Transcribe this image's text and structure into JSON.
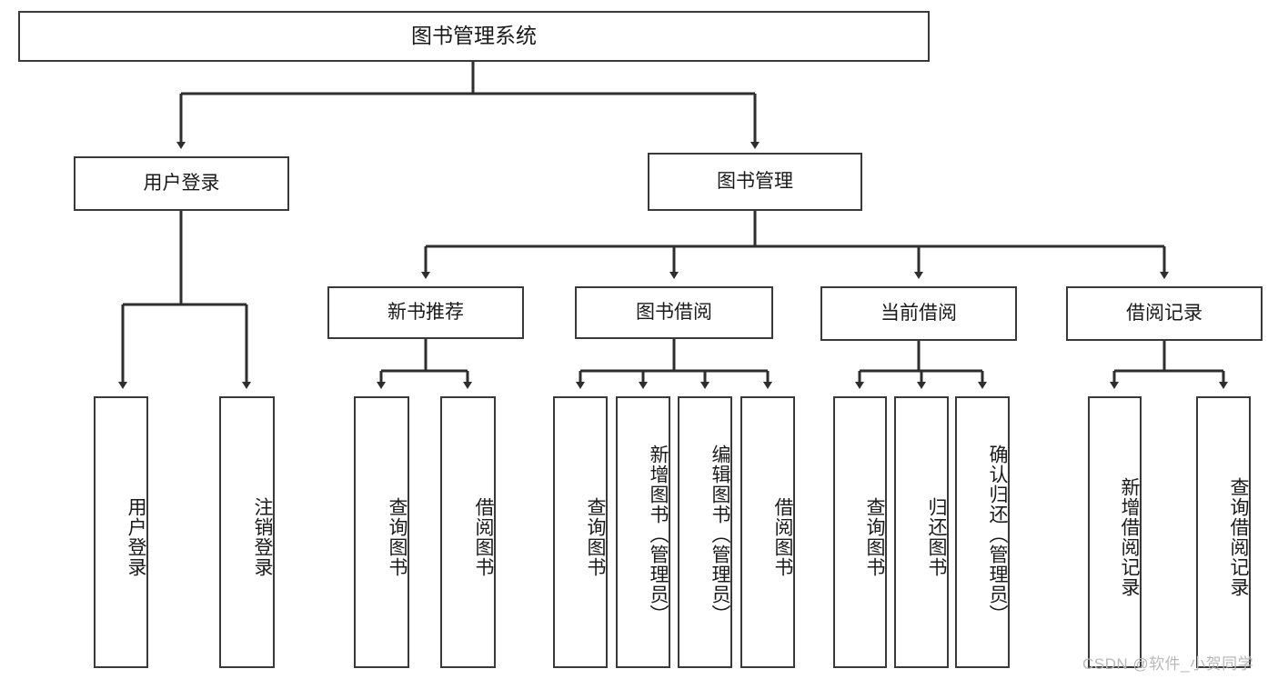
{
  "diagram": {
    "title": "图书管理系统",
    "type": "tree-hierarchy-diagram",
    "root": {
      "label": "图书管理系统"
    },
    "level1": [
      {
        "label": "用户登录"
      },
      {
        "label": "图书管理"
      }
    ],
    "level2": [
      {
        "label": "新书推荐"
      },
      {
        "label": "图书借阅"
      },
      {
        "label": "当前借阅"
      },
      {
        "label": "借阅记录"
      }
    ],
    "leaves": {
      "user_login": [
        {
          "label": "用户登录"
        },
        {
          "label": "注销登录"
        }
      ],
      "new_book_recommend": [
        {
          "label": "查询图书"
        },
        {
          "label": "借阅图书"
        }
      ],
      "book_borrow": [
        {
          "label": "查询图书"
        },
        {
          "label": "新增图书（管理员）"
        },
        {
          "label": "编辑图书（管理员）"
        },
        {
          "label": "借阅图书"
        }
      ],
      "current_borrow": [
        {
          "label": "查询图书"
        },
        {
          "label": "归还图书"
        },
        {
          "label": "确认归还（管理员）"
        }
      ],
      "borrow_record": [
        {
          "label": "新增借阅记录"
        },
        {
          "label": "查询借阅记录"
        }
      ]
    }
  },
  "watermark": {
    "text": "CSDN @软件_小贺同学"
  },
  "colors": {
    "border": "#3a3a3a",
    "background": "#ffffff",
    "text": "#1a1a1a",
    "watermark": "#b9b9b9"
  }
}
